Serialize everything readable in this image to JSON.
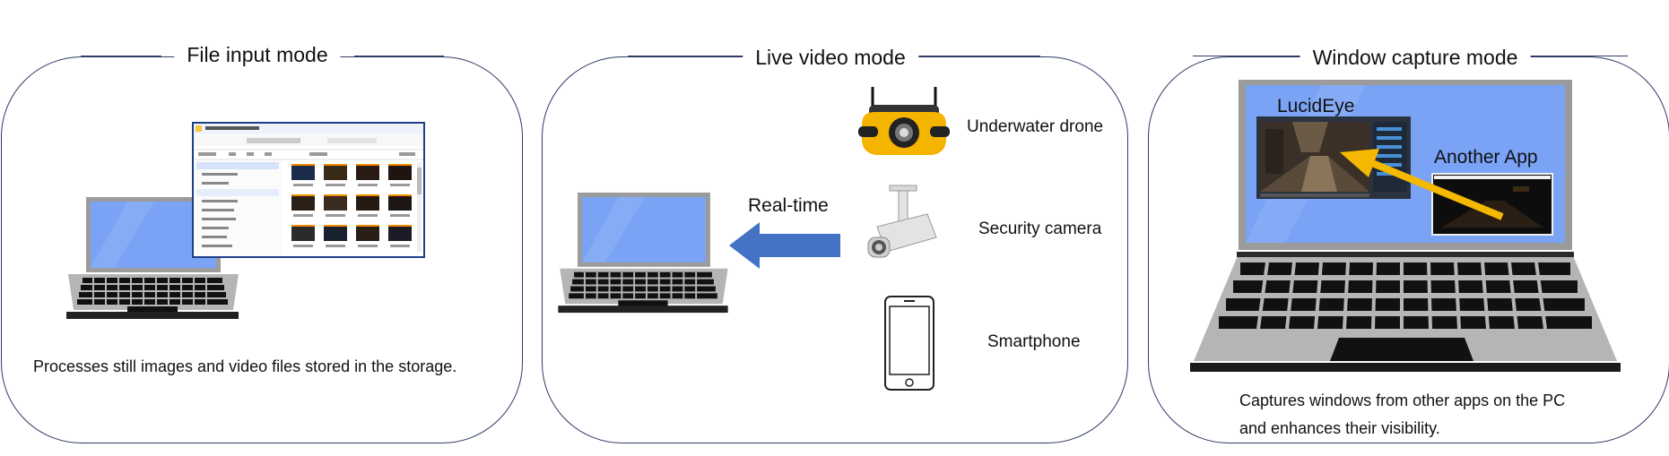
{
  "panels": {
    "file_input": {
      "title": "File input mode",
      "caption": "Processes still images and video files stored in the storage."
    },
    "live_video": {
      "title": "Live video mode",
      "arrow_label": "Real-time",
      "devices": [
        "Underwater drone",
        "Security camera",
        "Smartphone"
      ]
    },
    "window_capture": {
      "title": "Window capture mode",
      "caption_line1": "Captures windows from other apps on the PC",
      "caption_line2": "and enhances their visibility.",
      "app_window_label": "LucidEye",
      "other_app_label": "Another App"
    }
  },
  "colors": {
    "panel_border": "#2f3b66",
    "screen_blue": "#7aa3f5",
    "arrow_blue": "#4472c4",
    "drone_yellow": "#f5b400",
    "capture_arrow": "#f5b800"
  }
}
